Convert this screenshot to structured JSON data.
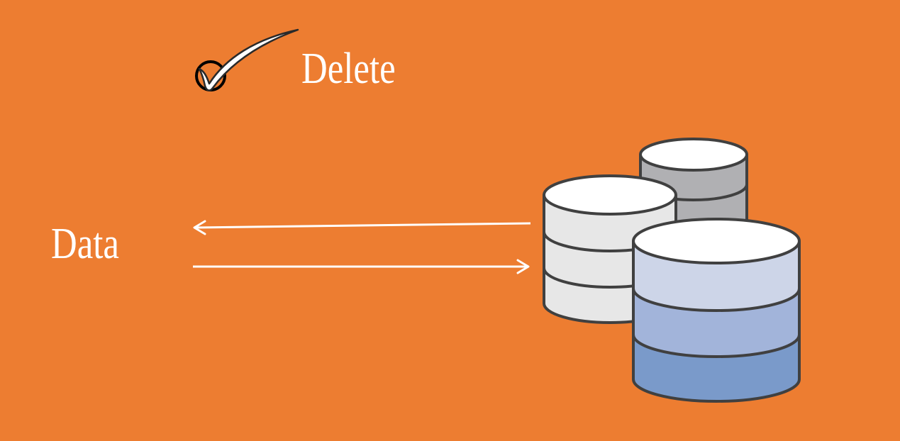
{
  "heading": {
    "text": "Delete",
    "icon": "checkmark-circle-icon"
  },
  "data_label": "Data",
  "arrows": {
    "to_data": "left-arrow",
    "to_database": "right-arrow"
  },
  "databases": {
    "icon": "database-stack-icon",
    "colors": {
      "background": "#ED7D31",
      "text": "#FFFFFF",
      "back_cylinder": "#B0B0B3",
      "middle_cylinder": "#E7E7E7",
      "front_top": "#FFFFFF",
      "front_band_1": "#CDD5E8",
      "front_band_2": "#A2B4DA",
      "front_band_3": "#7A9ACA",
      "outline": "#404040"
    }
  }
}
